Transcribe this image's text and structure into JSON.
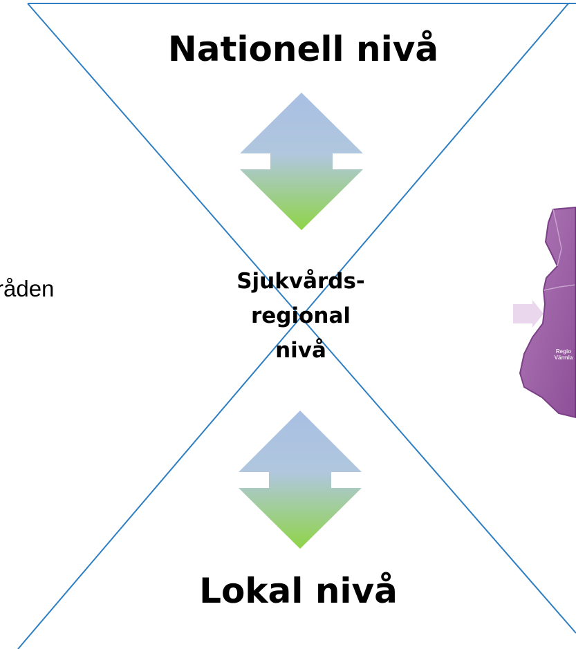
{
  "levels": {
    "national": "Nationell nivå",
    "regional_line1": "Sjukvårds-",
    "regional_line2": "regional",
    "regional_line3": "nivå",
    "local": "Lokal nivå"
  },
  "left_fragment": "råden",
  "map": {
    "label_line1": "Regio",
    "label_line2": "Värmla",
    "fill_color": "#a066a8"
  },
  "colors": {
    "line": "#2e7ec2",
    "arrow_top": "#a9bfe3",
    "arrow_bottom": "#8fd448",
    "pointer": "#ead7ee"
  }
}
